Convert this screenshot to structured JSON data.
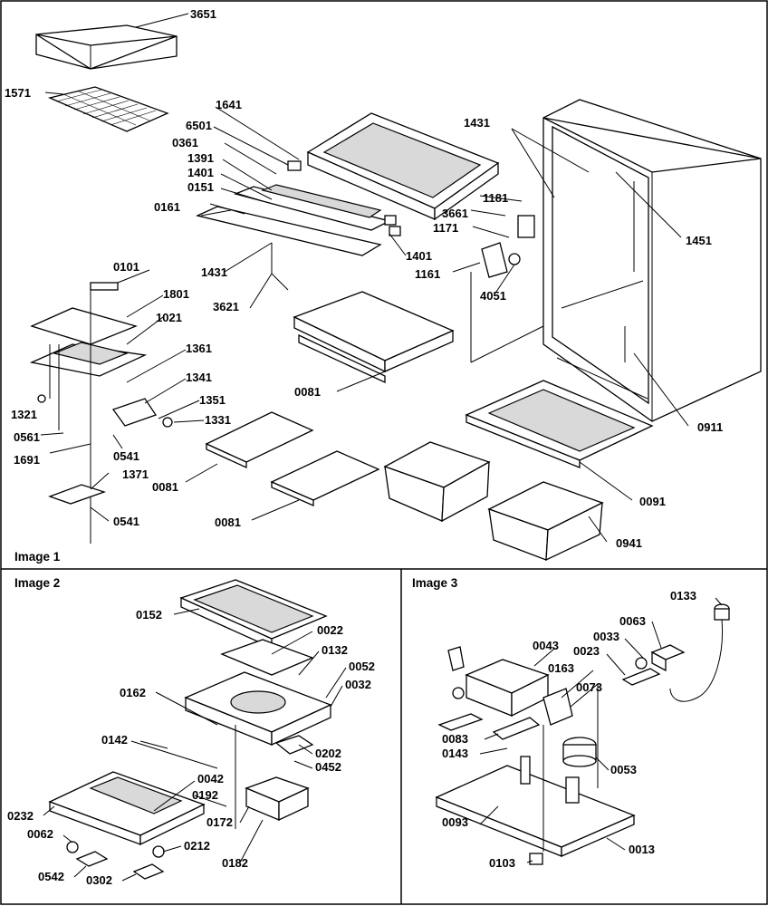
{
  "panels": {
    "image1": {
      "caption": "Image 1"
    },
    "image2": {
      "caption": "Image 2"
    },
    "image3": {
      "caption": "Image 3"
    }
  },
  "labels": {
    "l3651": "3651",
    "l1571": "1571",
    "l1641": "1641",
    "l6501": "6501",
    "l0361": "0361",
    "l1391": "1391",
    "l1401a": "1401",
    "l0151": "0151",
    "l0161": "0161",
    "l1431a": "1431",
    "l1431b": "1431",
    "l3621": "3621",
    "l1401b": "1401",
    "l1161": "1161",
    "l4051": "4051",
    "l1171": "1171",
    "l3661": "3661",
    "l1181": "1181",
    "l1451": "1451",
    "l0101": "0101",
    "l1801": "1801",
    "l1021": "1021",
    "l1361": "1361",
    "l1341": "1341",
    "l1321": "1321",
    "l1351": "1351",
    "l1331": "1331",
    "l0561": "0561",
    "l0541a": "0541",
    "l1691": "1691",
    "l1371": "1371",
    "l0541b": "0541",
    "l0081a": "0081",
    "l0081b": "0081",
    "l0081c": "0081",
    "l0911": "0911",
    "l0091": "0091",
    "l0941": "0941",
    "l0152": "0152",
    "l0022": "0022",
    "l0132": "0132",
    "l0052": "0052",
    "l0032": "0032",
    "l0162": "0162",
    "l0142": "0142",
    "l0202": "0202",
    "l0452": "0452",
    "l0042": "0042",
    "l0192": "0192",
    "l0232": "0232",
    "l0062": "0062",
    "l0172": "0172",
    "l0212": "0212",
    "l0542": "0542",
    "l0302": "0302",
    "l0182": "0182",
    "l0133": "0133",
    "l0063": "0063",
    "l0033": "0033",
    "l0043": "0043",
    "l0023": "0023",
    "l0163": "0163",
    "l0073": "0073",
    "l0083": "0083",
    "l0143": "0143",
    "l0053": "0053",
    "l0093": "0093",
    "l0013": "0013",
    "l0103": "0103"
  }
}
